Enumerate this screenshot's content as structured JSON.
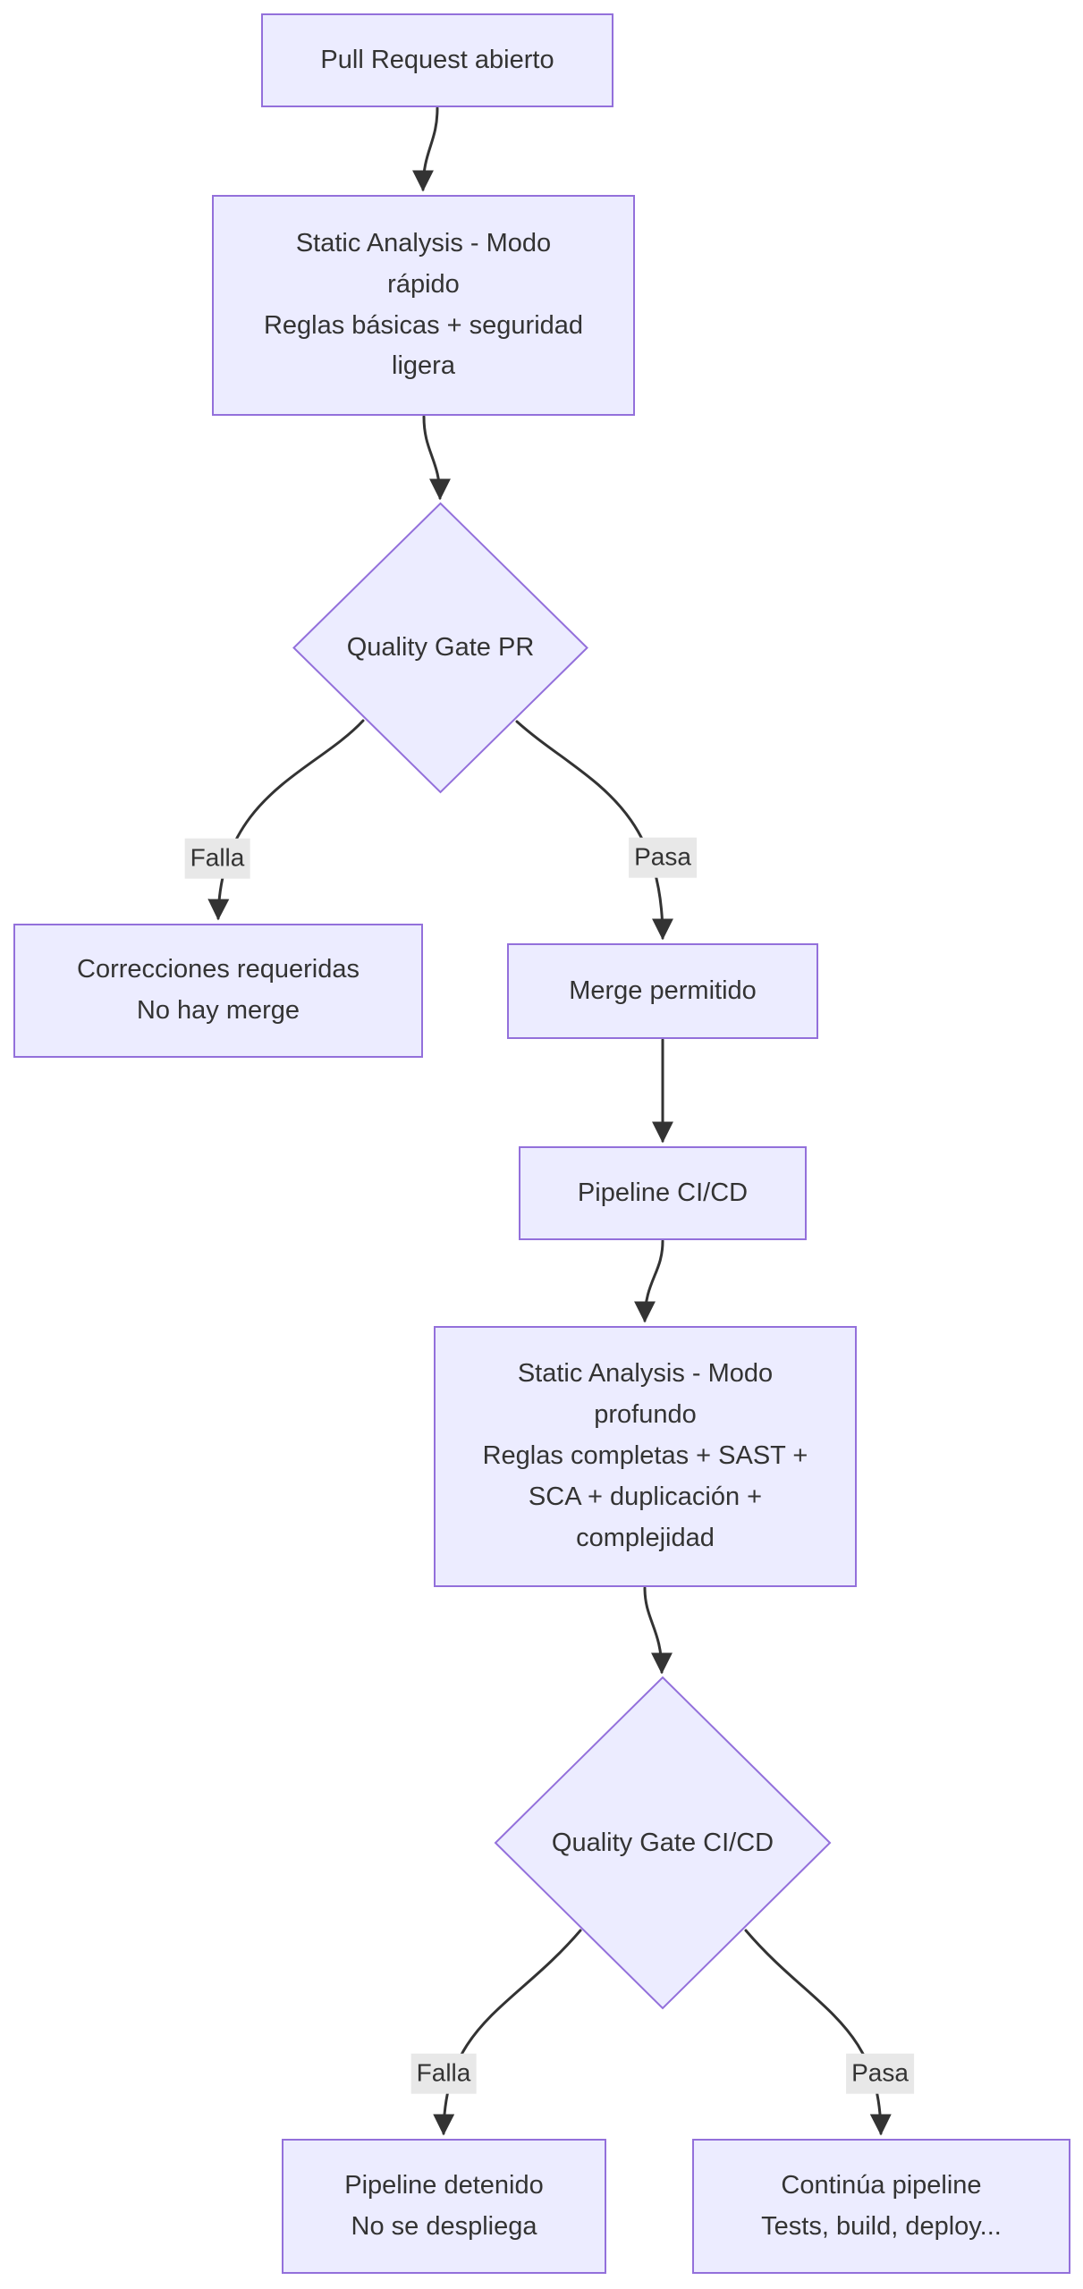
{
  "palette": {
    "node_fill": "#ECECFF",
    "node_border": "#9370DB",
    "edge_color": "#333333",
    "text_color": "#333333",
    "edge_label_bg": "#e8e8e8",
    "background": "#ffffff"
  },
  "nodes": {
    "pr_open": {
      "text": "Pull Request abierto"
    },
    "static_analysis_pr": {
      "text": "Static Analysis - Modo\nrápido\nReglas básicas + seguridad\nligera"
    },
    "quality_gate_pr": {
      "text": "Quality Gate PR"
    },
    "corrections": {
      "text": "Correcciones requeridas\nNo hay merge"
    },
    "merge_allowed": {
      "text": "Merge permitido"
    },
    "pipeline_cicd": {
      "text": "Pipeline CI/CD"
    },
    "static_analysis_deep": {
      "text": "Static Analysis - Modo\nprofundo\nReglas completas + SAST +\nSCA + duplicación +\ncomplejidad"
    },
    "quality_gate_cicd": {
      "text": "Quality Gate CI/CD"
    },
    "pipeline_stopped": {
      "text": "Pipeline detenido\nNo se despliega"
    },
    "pipeline_continues": {
      "text": "Continúa pipeline\nTests, build, deploy..."
    }
  },
  "edge_labels": {
    "falla_pr": "Falla",
    "pasa_pr": "Pasa",
    "falla_cicd": "Falla",
    "pasa_cicd": "Pasa"
  }
}
